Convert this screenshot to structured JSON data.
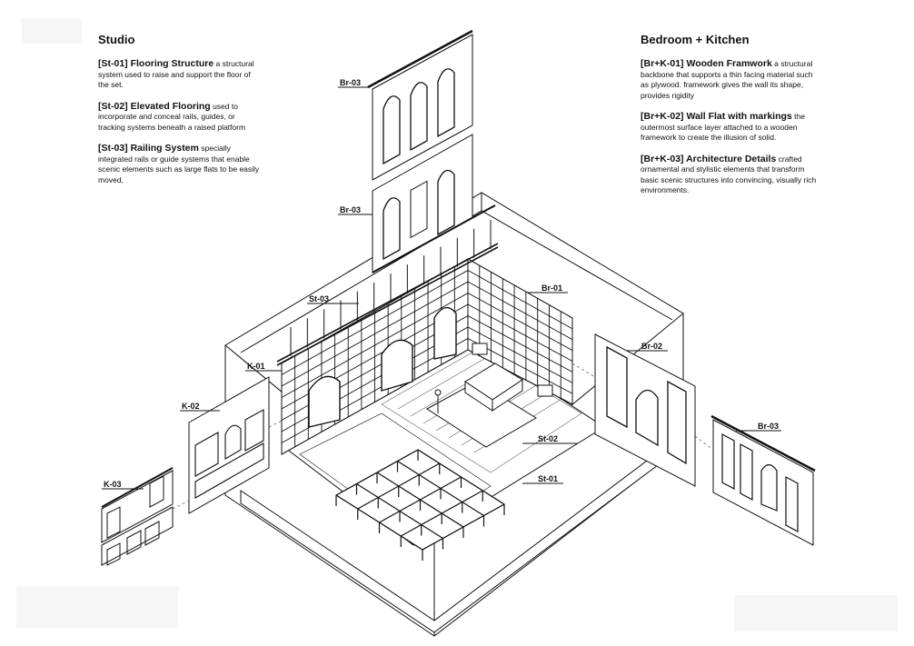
{
  "left": {
    "heading": "Studio",
    "notes": [
      {
        "code": "[St-01] Flooring Structure",
        "text": "a structural system used to raise and support the floor of the set."
      },
      {
        "code": "[St-02] Elevated Flooring",
        "text": "used to incorporate and conceal rails, guides, or tracking systems beneath a raised platform"
      },
      {
        "code": "[St-03] Railing System",
        "text": "specially integrated rails or guide systems that enable scenic elements such as large flats to be easily moved,"
      }
    ]
  },
  "right": {
    "heading": "Bedroom + Kitchen",
    "notes": [
      {
        "code": "[Br+K-01] Wooden Framwork",
        "text": "a structural backbone that supports a thin facing material such as plywood. framework gives the wall its shape, provides rigidity"
      },
      {
        "code": "[Br+K-02] Wall Flat with markings",
        "text": "the outermost surface layer attached to a wooden framework to create the illusion of solid."
      },
      {
        "code": "[Br+K-03] Architecture Details",
        "text": "crafted ornamental and stylistic elements that transform basic scenic structures into convincing, visually rich environments."
      }
    ]
  },
  "labels": {
    "br03_top": "Br-03",
    "br03_mid": "Br-03",
    "st03": "St-03",
    "br01": "Br-01",
    "k01": "K-01",
    "br02": "Br-02",
    "k02": "K-02",
    "st02": "St-02",
    "st01": "St-01",
    "k03": "K-03",
    "br03_right": "Br-03"
  }
}
